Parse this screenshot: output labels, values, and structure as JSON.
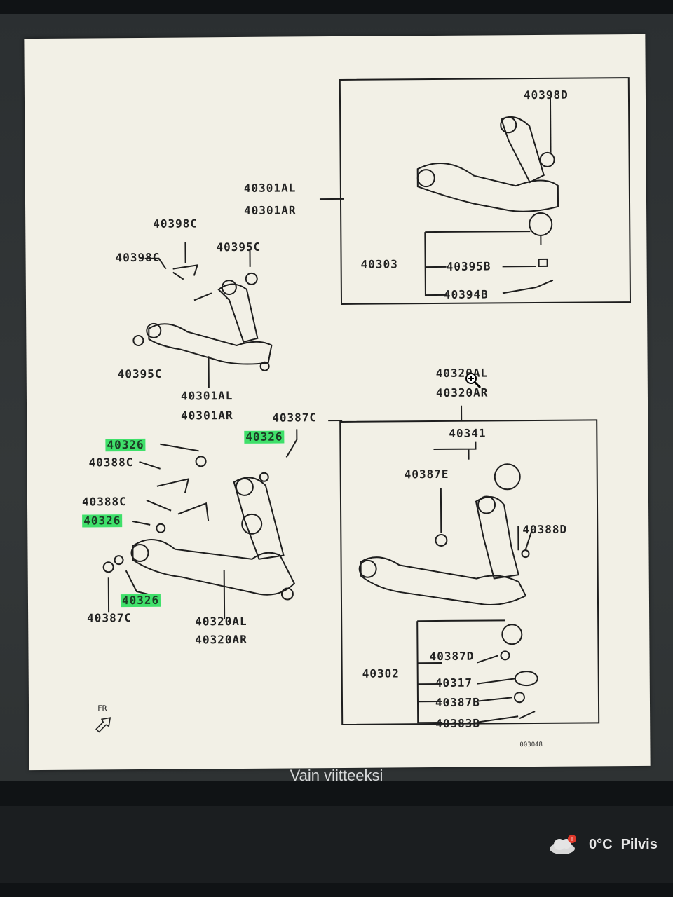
{
  "caption": "Vain viitteeksi",
  "tray": {
    "temperature": "0°C",
    "condition": "Pilvis",
    "icon": "cloud-alert-icon"
  },
  "diagram": {
    "fr_label": "FR",
    "code_label": "003048",
    "callouts": {
      "c40398D": "40398D",
      "c40301AL_top": "40301AL",
      "c40301AR_top": "40301AR",
      "c40303": "40303",
      "c40395B": "40395B",
      "c40394B": "40394B",
      "c40398C_a": "40398C",
      "c40398C_b": "40398C",
      "c40395C_a": "40395C",
      "c40395C_b": "40395C",
      "c40301AL_mid": "40301AL",
      "c40301AR_mid": "40301AR",
      "c40387C_top": "40387C",
      "c40326_a": "40326",
      "c40326_b": "40326",
      "c40388C_a": "40388C",
      "c40388C_b": "40388C",
      "c40326_c": "40326",
      "c40326_d": "40326",
      "c40387C_bot": "40387C",
      "c40320AL_bot": "40320AL",
      "c40320AR_bot": "40320AR",
      "c40320AL_top": "40320AL",
      "c40320AR_top": "40320AR",
      "c40341": "40341",
      "c40387E": "40387E",
      "c40388D": "40388D",
      "c40302": "40302",
      "c40387D": "40387D",
      "c40317": "40317",
      "c40387B": "40387B",
      "c40383B": "40383B"
    }
  }
}
